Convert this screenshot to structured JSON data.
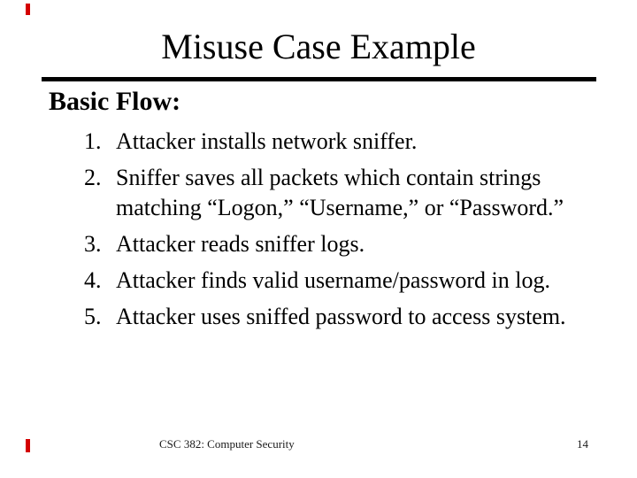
{
  "slide": {
    "title": "Misuse Case Example",
    "heading": "Basic Flow:",
    "list_items": [
      "Attacker installs network sniffer.",
      "Sniffer saves all packets which contain strings matching “Logon,” “Username,” or “Password.”",
      "Attacker reads sniffer logs.",
      "Attacker finds valid username/password in log.",
      "Attacker uses sniffed password to access system."
    ],
    "footer": {
      "course": "CSC 382: Computer Security",
      "page_number": "14"
    },
    "colors": {
      "accent_red": "#d40000",
      "text": "#000000",
      "rule": "#000000",
      "background": "#ffffff"
    }
  }
}
